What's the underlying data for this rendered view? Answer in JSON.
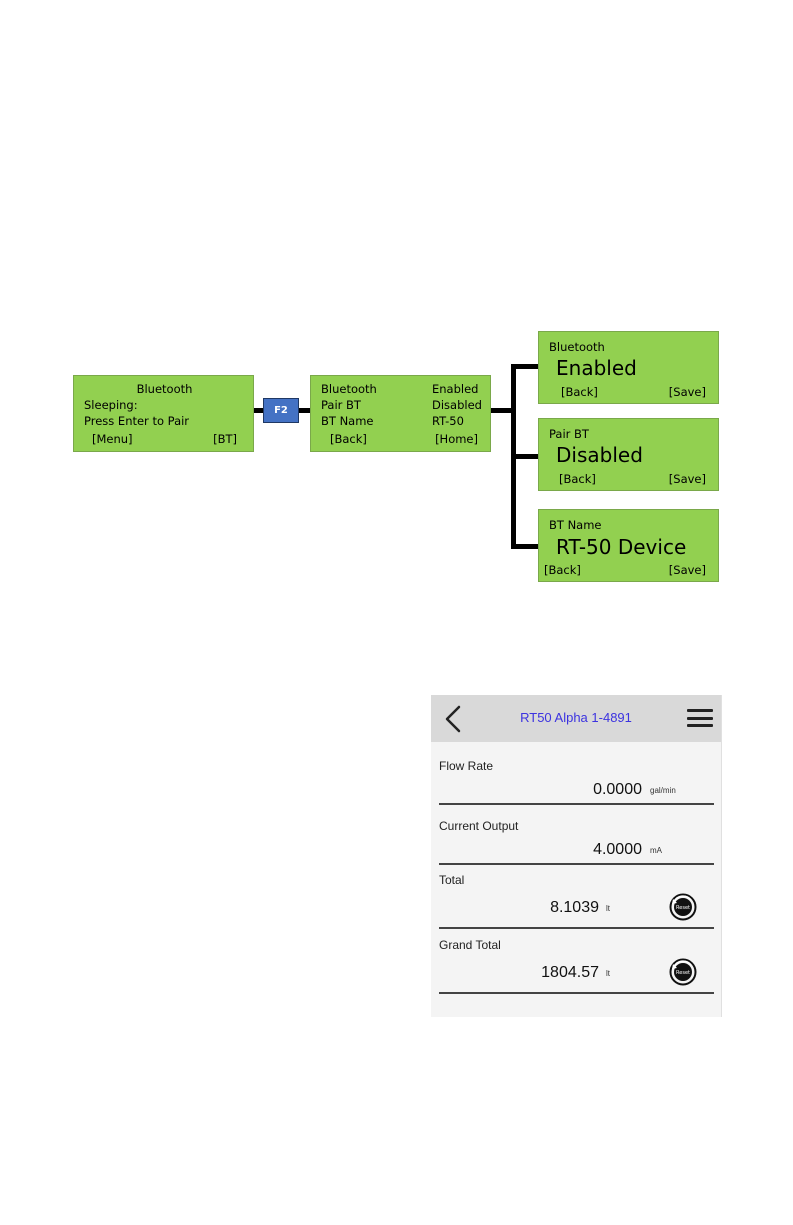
{
  "diagram": {
    "screen1": {
      "title": "Bluetooth",
      "line1": "Sleeping:",
      "line2": "Press Enter to Pair",
      "left_key": "[Menu]",
      "right_key": "[BT]"
    },
    "f2_key": "F2",
    "screen2": {
      "rows": [
        {
          "label": "Bluetooth",
          "value": "Enabled"
        },
        {
          "label": "Pair BT",
          "value": "Disabled"
        },
        {
          "label": "BT Name",
          "value": "RT-50"
        }
      ],
      "left_key": "[Back]",
      "right_key": "[Home]"
    },
    "screen_bt": {
      "label": "Bluetooth",
      "value": "Enabled",
      "left_key": "[Back]",
      "right_key": "[Save]"
    },
    "screen_pair": {
      "label": "Pair BT",
      "value": "Disabled",
      "left_key": "[Back]",
      "right_key": "[Save]"
    },
    "screen_name": {
      "label": "BT Name",
      "value": "RT-50 Device",
      "left_key": "[Back]",
      "right_key": "[Save]"
    },
    "colors": {
      "lcd": "#92d050",
      "key": "#4472c4",
      "title": "#3c33e0"
    }
  },
  "app": {
    "title": "RT50 Alpha 1-4891",
    "fields": [
      {
        "label": "Flow Rate",
        "value": "0.0000",
        "unit": "gal/min"
      },
      {
        "label": "Current Output",
        "value": "4.0000",
        "unit": "mA"
      },
      {
        "label": "Total",
        "value": "8.1039",
        "unit": "lt",
        "reset": "Reset"
      },
      {
        "label": "Grand Total",
        "value": "1804.57",
        "unit": "lt",
        "reset": "Reset"
      }
    ]
  }
}
